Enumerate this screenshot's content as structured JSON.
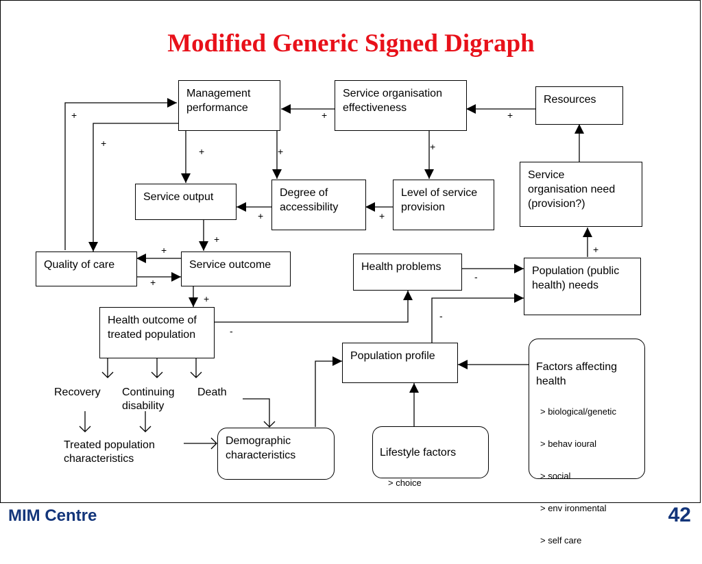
{
  "title": "Modified Generic Signed Digraph",
  "footer": {
    "organisation": "MIM Centre",
    "page_number": "42"
  },
  "nodes": {
    "management_performance": "Management\nperformance",
    "service_org_effectiveness": "Service organisation\neffectiveness",
    "resources": "Resources",
    "service_org_need": "Service\norganisation need\n(provision?)",
    "service_output": "Service output",
    "degree_accessibility": "Degree of\naccessibility",
    "level_service_provision": "Level of service\nprovision",
    "quality_of_care": "Quality of care",
    "service_outcome": "Service outcome",
    "health_problems": "Health problems",
    "population_needs": "Population (public\nhealth) needs",
    "health_outcome": "Health outcome of\ntreated population",
    "population_profile": "Population profile",
    "factors_affecting_health": {
      "title": "Factors affecting\nhealth",
      "items": [
        "> biological/genetic",
        "> behav ioural",
        "> social",
        "> env ironmental",
        "> self care"
      ]
    },
    "lifestyle_factors": {
      "title": "Lifestyle factors",
      "items": [
        "> choice"
      ]
    },
    "demographic": "Demographic\ncharacteristics"
  },
  "outcomes": {
    "recovery": "Recovery",
    "continuing_disability": "Continuing\ndisability",
    "death": "Death",
    "treated_population": "Treated population\ncharacteristics"
  },
  "signs": {
    "plus": "+",
    "minus": "-"
  }
}
